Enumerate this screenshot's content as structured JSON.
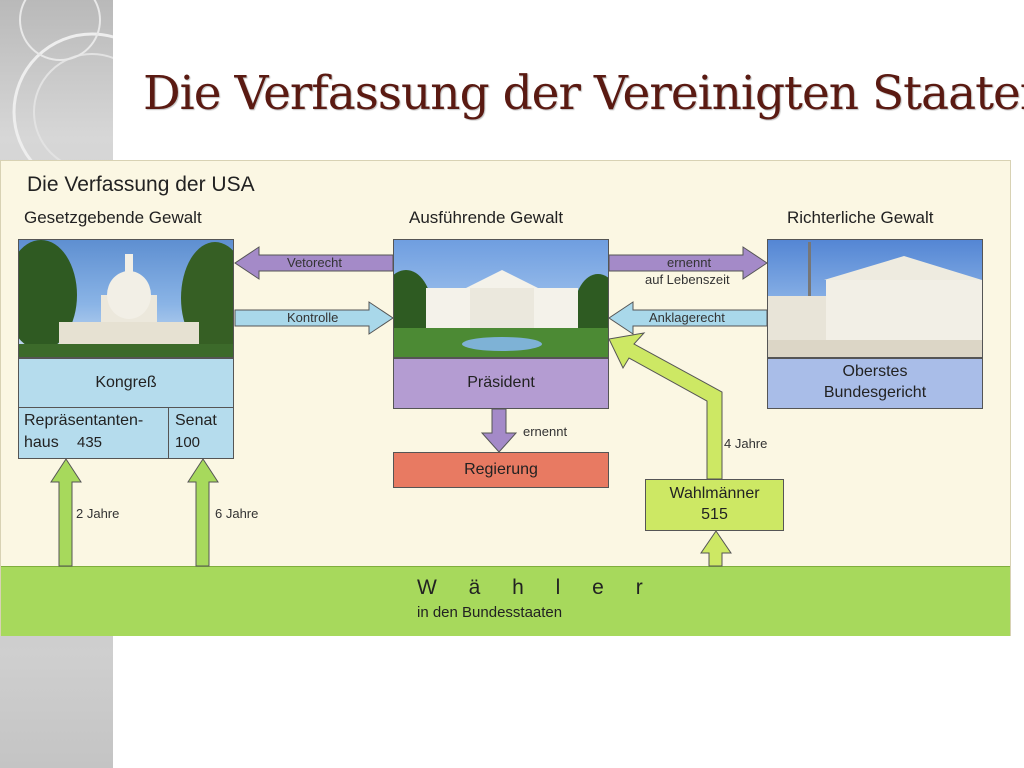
{
  "slide": {
    "title": "Die Verfassung der Vereinigten Staaten"
  },
  "diagram": {
    "title": "Die Verfassung der USA",
    "columns": {
      "legislative": "Gesetzgebende Gewalt",
      "executive": "Ausführende Gewalt",
      "judicial": "Richterliche Gewalt"
    },
    "arrows": {
      "veto": "Vetorecht",
      "control": "Kontrolle",
      "appoints_top": "ernennt",
      "for_life": "auf Lebenszeit",
      "impeachment": "Anklagerecht",
      "appoints_gov": "ernennt",
      "term_president": "4 Jahre",
      "term_house": "2 Jahre",
      "term_senate": "6 Jahre"
    },
    "congress": {
      "label": "Kongreß",
      "house_label_1": "Repräsentanten-",
      "house_label_2": "haus",
      "house_seats": "435",
      "senate_label": "Senat",
      "senate_seats": "100"
    },
    "president": "Präsident",
    "government": "Regierung",
    "court": {
      "line1": "Oberstes",
      "line2": "Bundesgericht"
    },
    "electors": {
      "label": "Wahlmänner",
      "count": "515"
    },
    "voters": {
      "title": "W ä h l e r",
      "subtitle": "in den Bundesstaaten"
    },
    "colors": {
      "congress": "#b5dced",
      "president": "#b49cd2",
      "government": "#e87a62",
      "court": "#a9bde8",
      "electors": "#cde864",
      "voters": "#a7d95c",
      "arrow_purple": "#a48ac8",
      "arrow_blue": "#a9d8ea"
    }
  }
}
